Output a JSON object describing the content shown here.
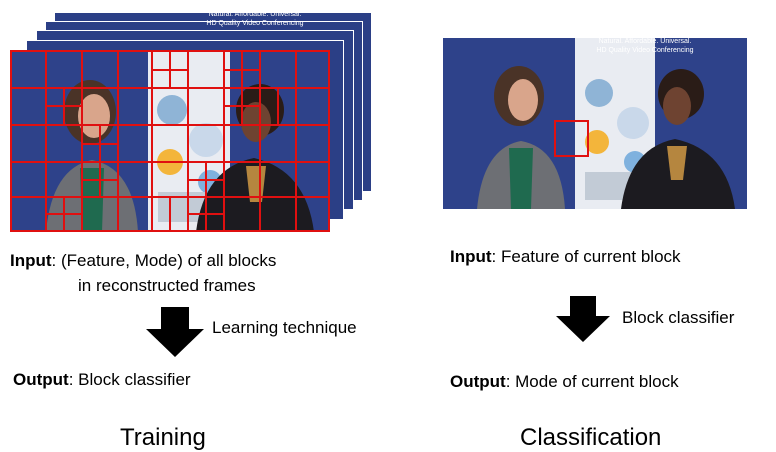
{
  "training": {
    "banner_text": [
      "Natural. Affordable. Universal.",
      "HD Quality Video Conferencing"
    ],
    "input_label": "Input",
    "input_text_1": ": (Feature, Mode) of all blocks",
    "input_text_2": "in reconstructed frames",
    "arrow_label": "Learning technique",
    "output_label": "Output",
    "output_text": ": Block classifier",
    "title": "Training"
  },
  "classification": {
    "banner_text": [
      "Natural. Affordable. Universal.",
      "HD Quality Video Conferencing"
    ],
    "input_label": "Input",
    "input_text": ": Feature of current block",
    "arrow_label": "Block classifier",
    "output_label": "Output",
    "output_text": ": Mode of current block",
    "title": "Classification"
  },
  "colors": {
    "frame_background": "#2b3f86",
    "block_grid": "#e01010",
    "arrow": "#000000"
  }
}
